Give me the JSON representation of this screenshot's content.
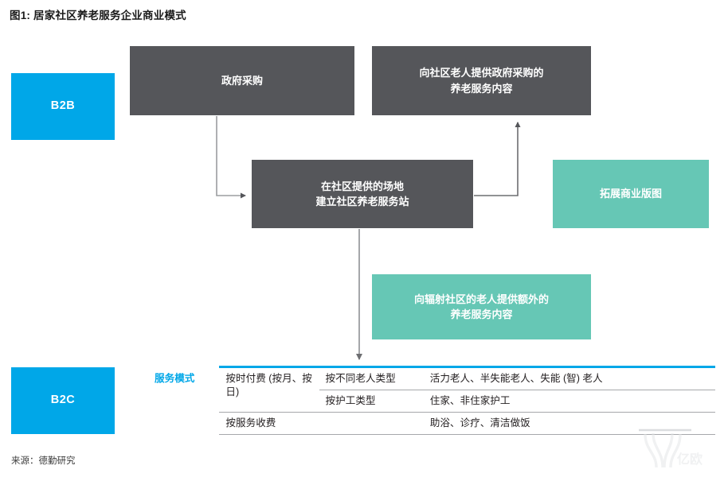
{
  "title": "图1: 居家社区养老服务企业商业模式",
  "segments": {
    "b2b": "B2B",
    "b2c": "B2C"
  },
  "flow": {
    "gov_purchase": "政府采购",
    "gov_service_line1": "向社区老人提供政府采购的",
    "gov_service_line2": "养老服务内容",
    "community_station_line1": "在社区提供的场地",
    "community_station_line2": "建立社区养老服务站",
    "expand_business": "拓展商业版图",
    "extra_service_line1": "向辐射社区的老人提供额外的",
    "extra_service_line2": "养老服务内容"
  },
  "table": {
    "row_label": "服务模式",
    "rows": [
      {
        "fee": "按时付费 (按月、按日)",
        "type": "按不同老人类型",
        "detail": "活力老人、半失能老人、失能 (智) 老人"
      },
      {
        "fee": "",
        "type": "按护工类型",
        "detail": "住家、非住家护工"
      },
      {
        "fee": "按服务收费",
        "type": "",
        "detail": "助浴、诊疗、清洁做饭"
      }
    ]
  },
  "source": "来源：德勤研究",
  "watermark": "亿欧",
  "colors": {
    "cyan": "#00a7e8",
    "gray": "#55565a",
    "teal": "#66c7b5",
    "connector": "#9b9da0",
    "rule": "#a6a8ab"
  }
}
